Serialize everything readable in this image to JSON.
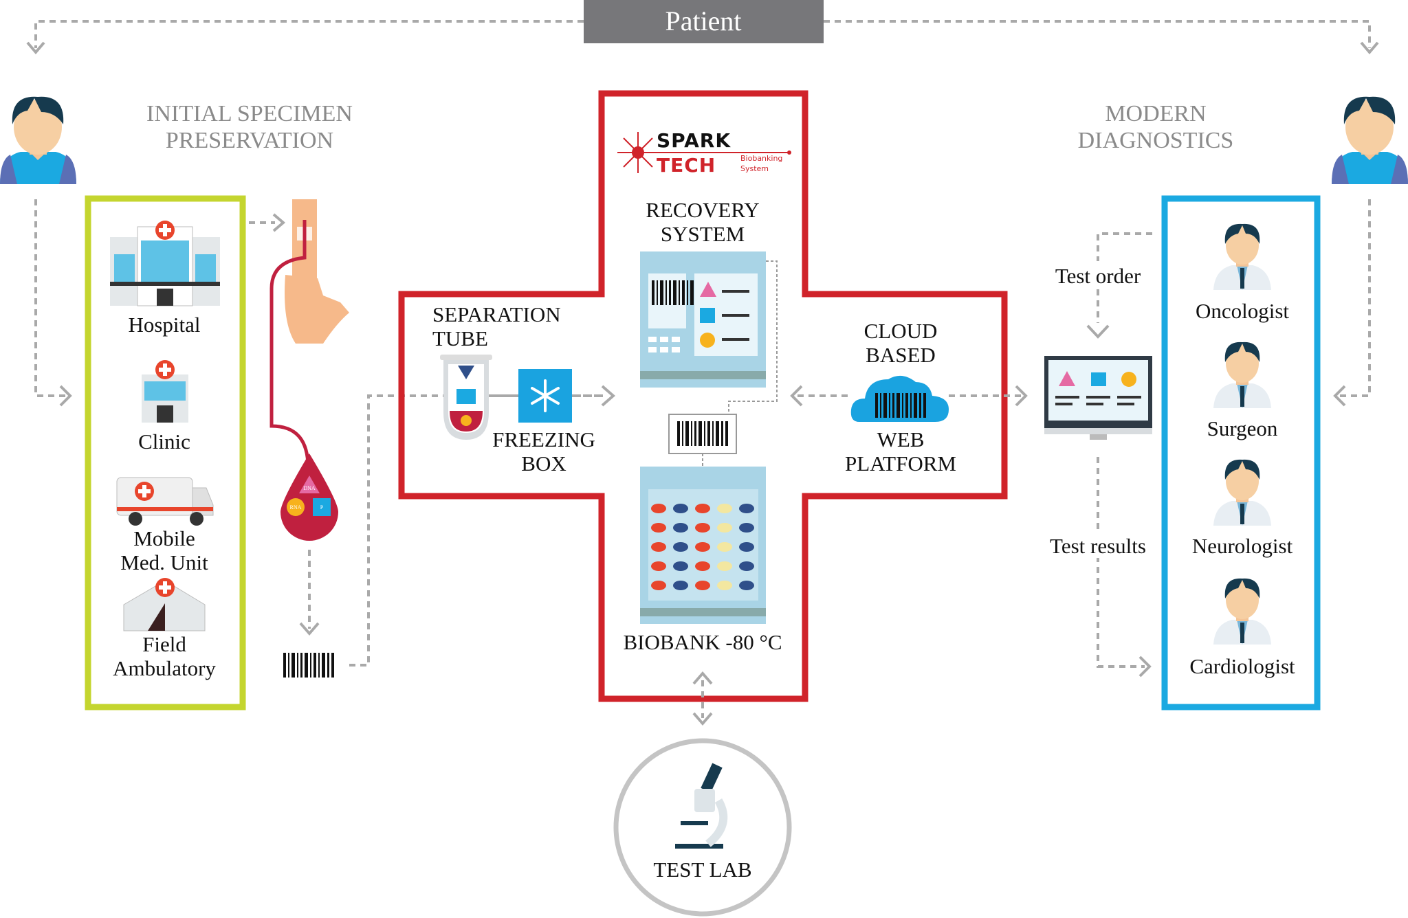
{
  "patient_label": "Patient",
  "headings": {
    "left": [
      "INITIAL SPECIMEN",
      "PRESERVATION"
    ],
    "right": [
      "MODERN",
      "DIAGNOSTICS"
    ]
  },
  "collection_sites": [
    "Hospital",
    "Clinic",
    [
      "Mobile",
      "Med. Unit"
    ],
    [
      "Field",
      "Ambulatory"
    ]
  ],
  "logo": {
    "line1": "SPARK",
    "line2": "TECH",
    "sub1": "Biobanking",
    "sub2": "System"
  },
  "center": {
    "recovery": [
      "RECOVERY",
      "SYSTEM"
    ],
    "separation": [
      "SEPARATION",
      "TUBE"
    ],
    "freezing": [
      "FREEZING",
      "BOX"
    ],
    "cloud": [
      "CLOUD",
      "BASED"
    ],
    "web": [
      "WEB",
      "PLATFORM"
    ],
    "biobank": "BIOBANK -80 °C"
  },
  "sample_tags": {
    "p": "P",
    "dna": "DNA",
    "rna": "RNA"
  },
  "flow": {
    "test_order": "Test order",
    "test_results": "Test results"
  },
  "specialists": [
    "Oncologist",
    "Surgeon",
    "Neurologist",
    "Cardiologist"
  ],
  "test_lab": "TEST LAB",
  "colors": {
    "cross_red": "#d0232a",
    "green_frame": "#c4d52f",
    "blue_frame": "#1ba9e1",
    "patient_bar": "#77777a",
    "blood": "#c0203f",
    "ice_blue": "#1aa3e0"
  }
}
